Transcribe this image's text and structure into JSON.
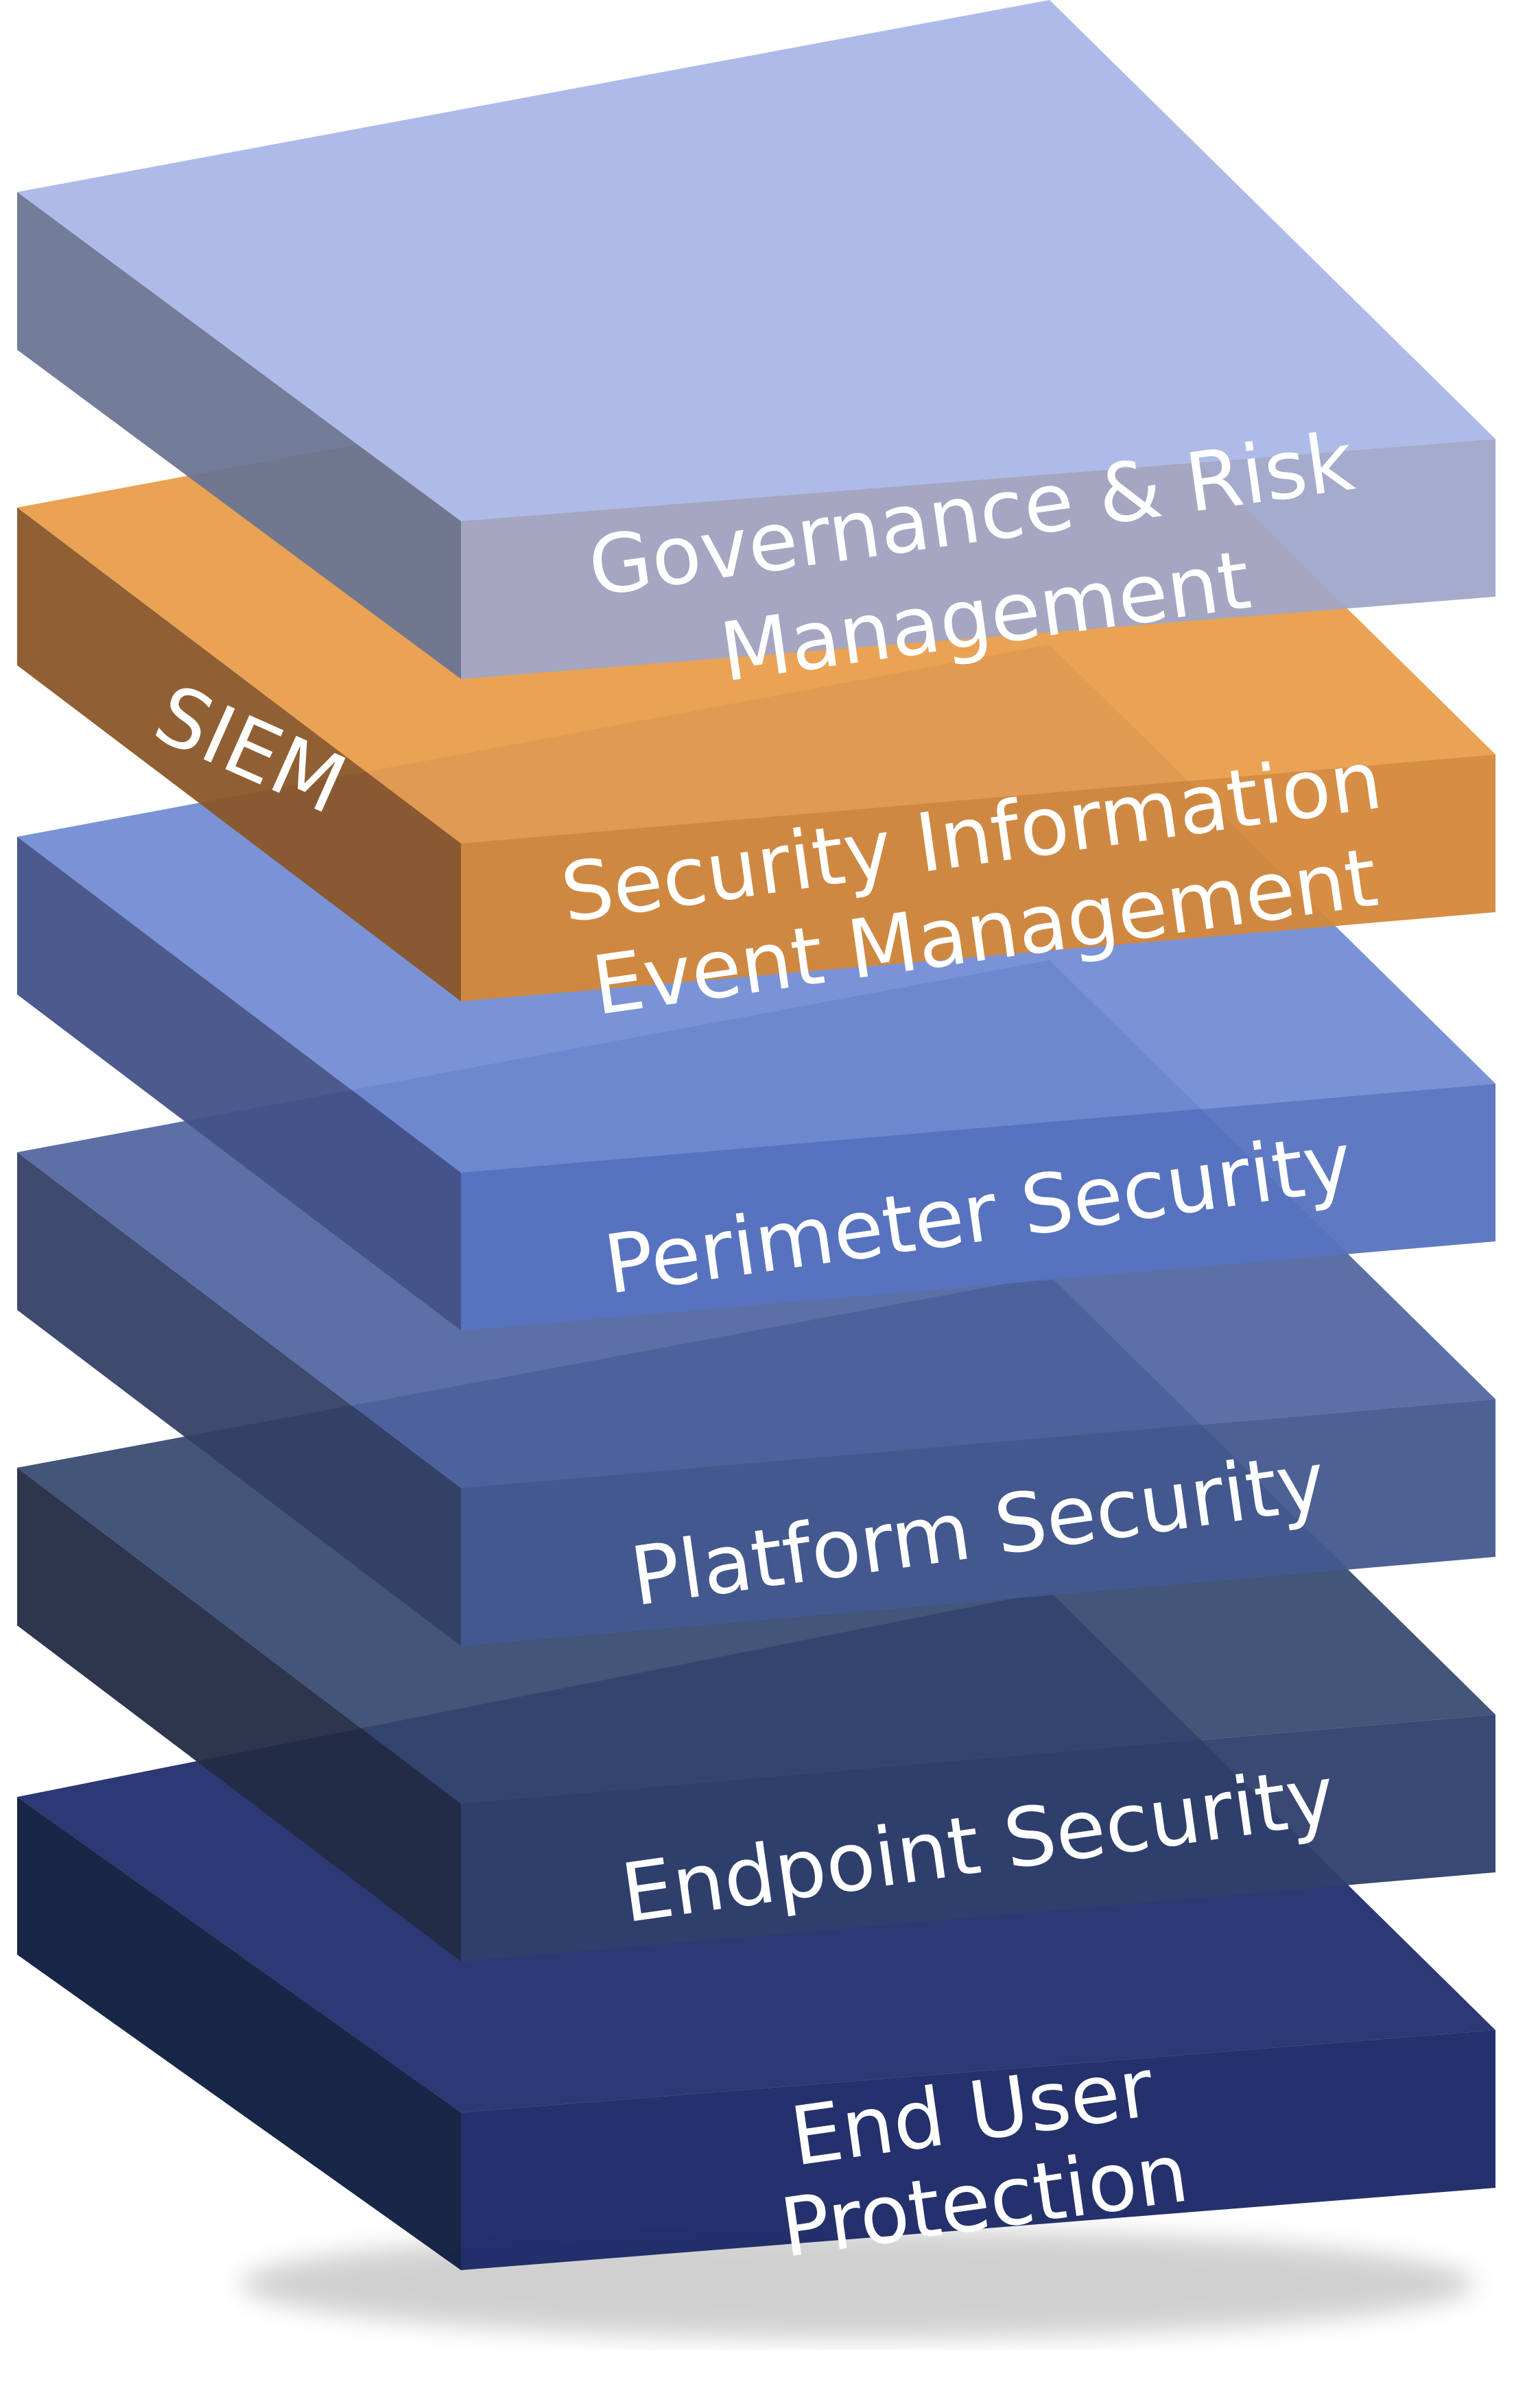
{
  "diagram": {
    "layers": [
      {
        "id": "end-user-protection",
        "lines": [
          "End User",
          "Protection"
        ],
        "front": "#182664",
        "side": "#0c1b3d",
        "top": "#1a2868"
      },
      {
        "id": "endpoint-security",
        "lines": [
          "Endpoint Security"
        ],
        "front": "#2f3f6c",
        "side": "#232b45",
        "top": "#34466f"
      },
      {
        "id": "platform-security",
        "lines": [
          "Platform Security"
        ],
        "front": "#43588f",
        "side": "#344066",
        "top": "#4e64a0"
      },
      {
        "id": "perimeter-security",
        "lines": [
          "Perimeter Security"
        ],
        "front": "#5673c0",
        "side": "#425188",
        "top": "#6f8ad2"
      },
      {
        "id": "siem",
        "lines": [
          "Security Information",
          "Event Management"
        ],
        "side_label": "SIEM",
        "front": "#d4873a",
        "side": "#8a5628",
        "top": "#e89a45"
      },
      {
        "id": "governance-risk-management",
        "lines": [
          "Governance & Risk",
          "Management"
        ],
        "front": "#a0a7c8",
        "side": "#6b7593",
        "top": "#aebbe8"
      }
    ]
  }
}
